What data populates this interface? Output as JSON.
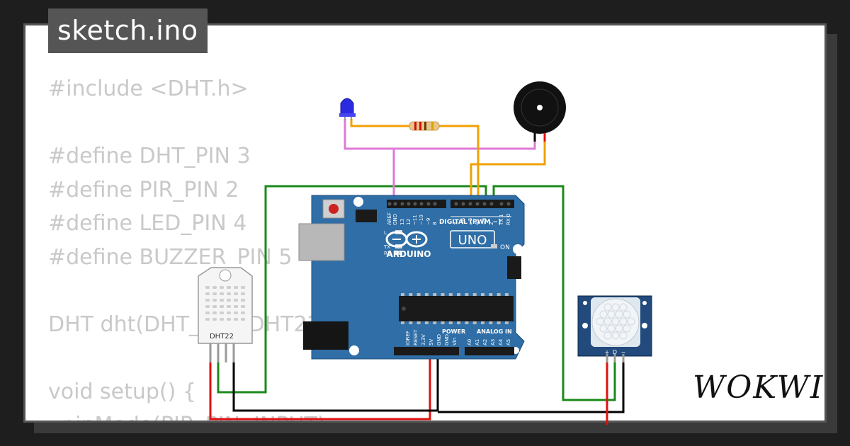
{
  "title": "sketch.ino",
  "code_lines": [
    "#include <DHT.h>",
    "",
    "#define DHT_PIN 3",
    "#define PIR_PIN 2",
    "#define LED_PIN 4",
    "#define BUZZER_PIN 5",
    "",
    "DHT dht(DHT_PIN, DHT22);",
    "",
    "void setup() {",
    "  pinMode(PIR_PIN, INPUT);"
  ],
  "brand": "WOKWI",
  "board": {
    "name": "ARDUINO",
    "model": "UNO",
    "digital_label": "DIGITAL (PWM ~)",
    "power_label": "POWER",
    "analog_label": "ANALOG IN",
    "on_label": "ON",
    "led_labels": [
      "L",
      "TX",
      "RX"
    ],
    "digital_pins": [
      "AREF",
      "GND",
      "13",
      "12",
      "~11",
      "~10",
      "~9",
      "8",
      "7",
      "~6",
      "~5",
      "4",
      "~3",
      "2",
      "TX 1",
      "RX 0"
    ],
    "power_pins": [
      "IOREF",
      "RESET",
      "3.3V",
      "5V",
      "GND",
      "GND",
      "Vin"
    ],
    "analog_pins": [
      "A0",
      "A1",
      "A2",
      "A3",
      "A4",
      "A5"
    ]
  },
  "dht": {
    "label": "DHT22"
  },
  "pir": {
    "pins": [
      "+",
      "D",
      "−"
    ]
  },
  "colors": {
    "board": "#2f6ea6",
    "wire_green": "#1a8a1a",
    "wire_pink": "#e07ad6",
    "wire_orange": "#f0a000",
    "wire_red": "#e01010",
    "wire_black": "#000000",
    "led": "#2a2ae0"
  }
}
